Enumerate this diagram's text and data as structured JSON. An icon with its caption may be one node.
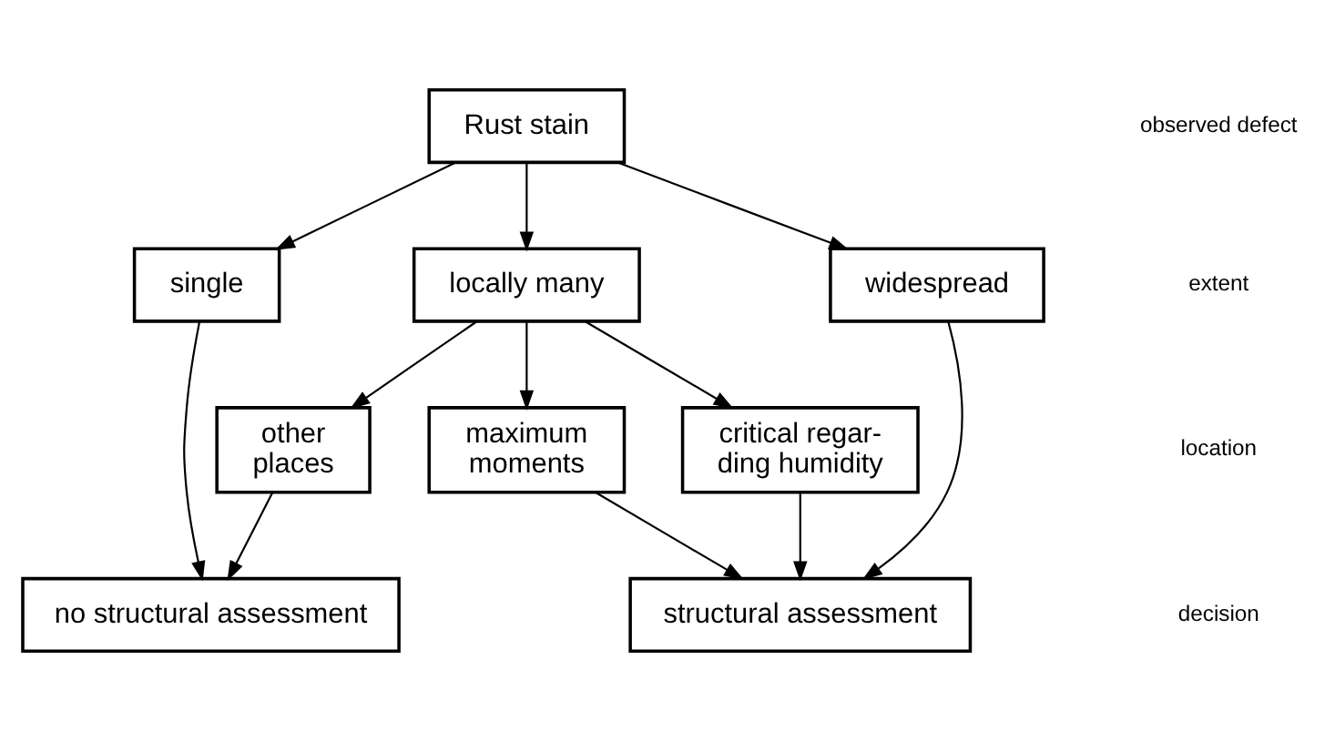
{
  "diagram": {
    "nodes": [
      {
        "text": [
          "Rust stain"
        ]
      },
      {
        "text": [
          "single"
        ]
      },
      {
        "text": [
          "locally many"
        ]
      },
      {
        "text": [
          "widespread"
        ]
      },
      {
        "text": [
          "other places"
        ]
      },
      {
        "text": [
          "maximum moments"
        ]
      },
      {
        "text": [
          "critical regar- ding humidity"
        ]
      },
      {
        "text": [
          "no structural assessment"
        ]
      },
      {
        "text": [
          "structural assessment"
        ]
      }
    ],
    "edges": [
      {
        "from": 0,
        "to": 1,
        "arrow": "to"
      },
      {
        "from": 0,
        "to": 2,
        "arrow": "to"
      },
      {
        "from": 0,
        "to": 3,
        "arrow": "to"
      },
      {
        "from": 2,
        "to": 4,
        "arrow": "to"
      },
      {
        "from": 2,
        "to": 5,
        "arrow": "to"
      },
      {
        "from": 2,
        "to": 6,
        "arrow": "to"
      },
      {
        "from": 1,
        "to": 7,
        "arrow": "to"
      },
      {
        "from": 4,
        "to": 7,
        "arrow": "to"
      },
      {
        "from": 5,
        "to": 8,
        "arrow": "to"
      },
      {
        "from": 6,
        "to": 8,
        "arrow": "to"
      },
      {
        "from": 3,
        "to": 8,
        "arrow": "to"
      }
    ],
    "labels": [
      "observed defect",
      "extent",
      "location",
      "decision"
    ]
  }
}
